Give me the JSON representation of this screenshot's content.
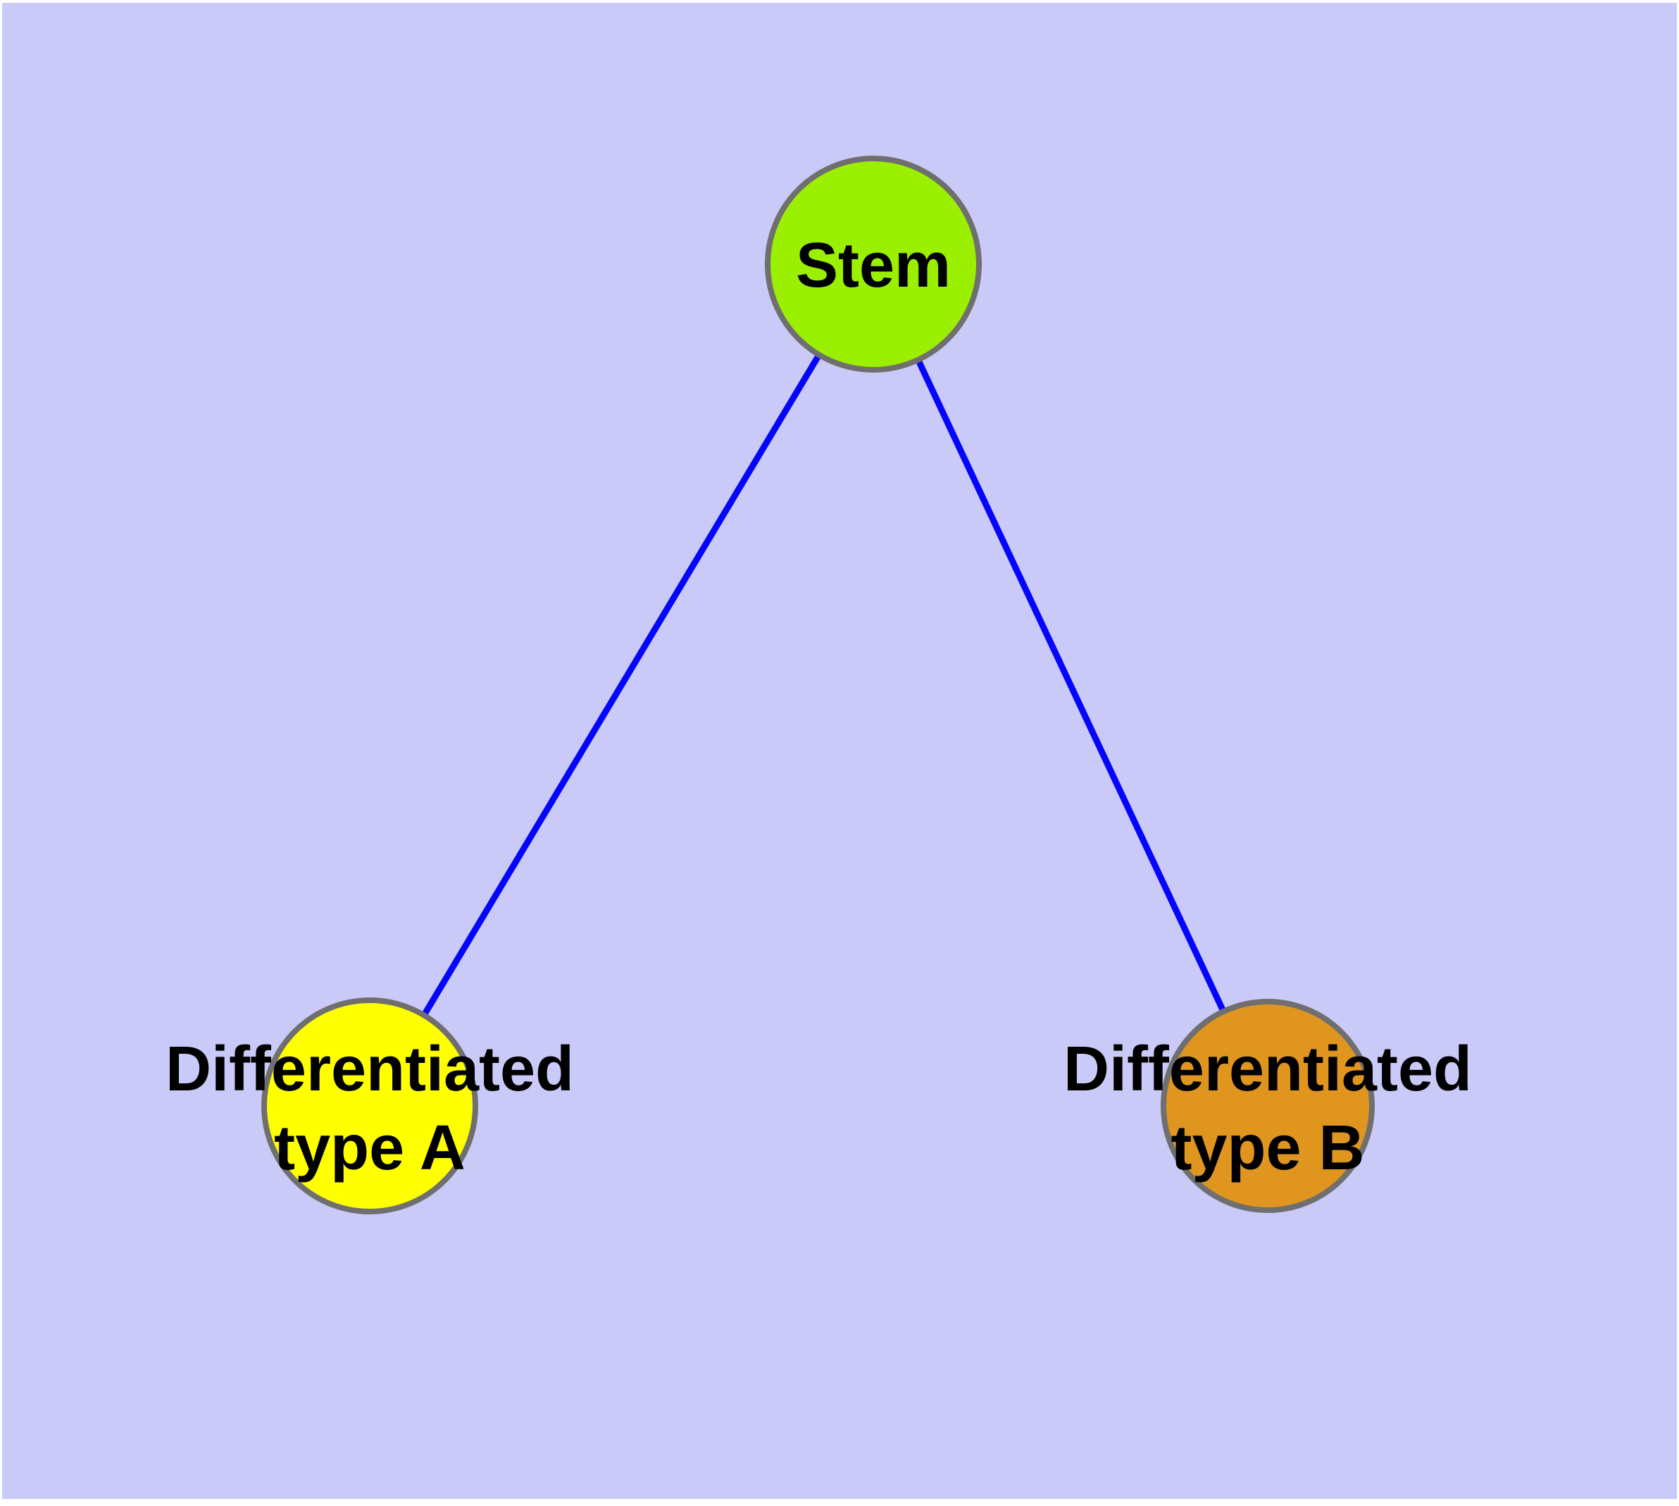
{
  "diagram": {
    "background_color": "#cacaf8",
    "frame_color": "#ffffff",
    "edge_color": "#0404ff",
    "node_outline_color": "#6f6f6f",
    "nodes": {
      "stem": {
        "label": "Stem",
        "fill": "#9af000"
      },
      "type_a": {
        "label_line1": "Differentiated",
        "label_line2": "type A",
        "fill": "#ffff00"
      },
      "type_b": {
        "label_line1": "Differentiated",
        "label_line2": "type B",
        "fill": "#e0961e"
      }
    },
    "edges": [
      {
        "from": "Stem",
        "to": "Differentiated type A"
      },
      {
        "from": "Stem",
        "to": "Differentiated type B"
      }
    ]
  }
}
